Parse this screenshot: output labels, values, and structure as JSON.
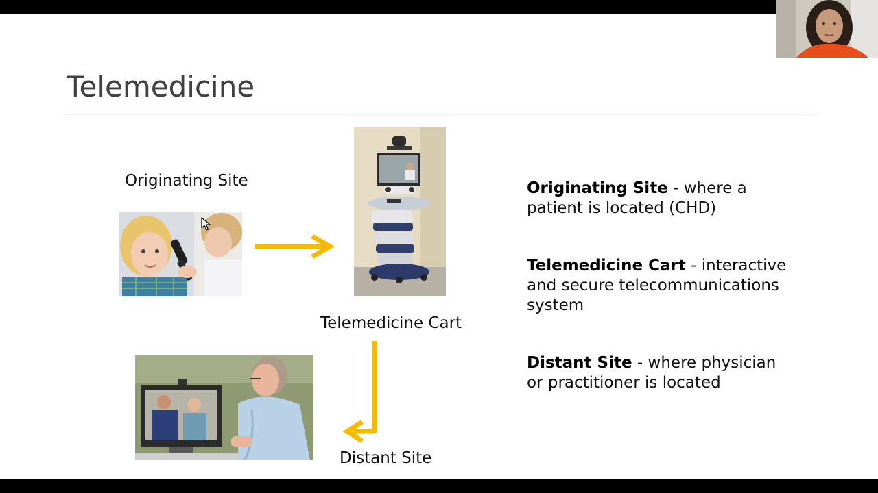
{
  "slide": {
    "title": "Telemedicine",
    "labels": {
      "originating_site": "Originating Site",
      "telemedicine_cart": "Telemedicine Cart",
      "distant_site": "Distant Site"
    },
    "definitions": [
      {
        "term": "Originating Site",
        "description": " - where a patient is located (CHD)"
      },
      {
        "term": "Telemedicine Cart",
        "description": " - interactive and secure telecommunications system"
      },
      {
        "term": "Distant Site",
        "description": " - where physician or practitioner is located"
      }
    ]
  },
  "colors": {
    "arrow": "#f5bb00",
    "title_rule": "#d8aeb7",
    "background": "#ffffff"
  },
  "icons": {
    "cursor": "mouse-pointer-icon"
  }
}
